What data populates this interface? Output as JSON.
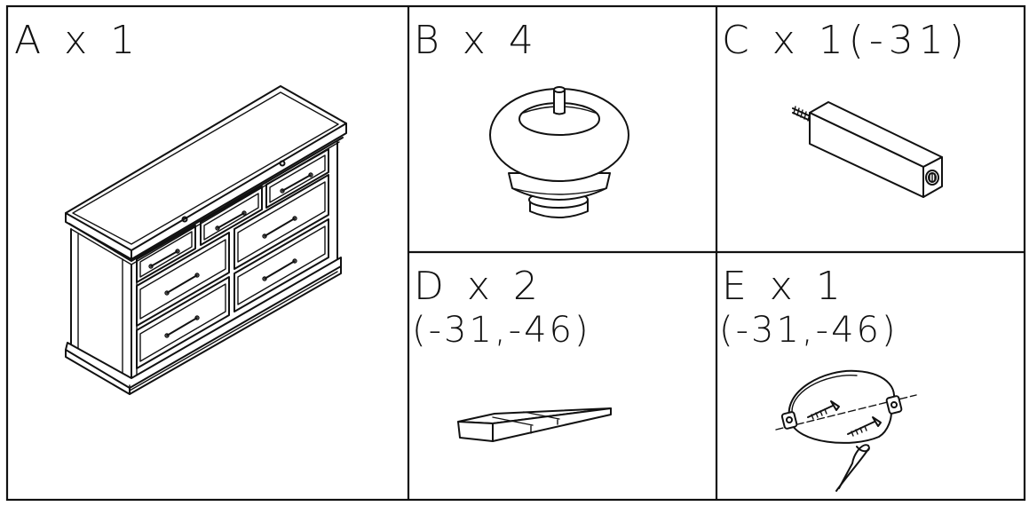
{
  "parts": [
    {
      "id": "A",
      "label": "A x 1",
      "sub": "",
      "item": "dresser"
    },
    {
      "id": "B",
      "label": "B x 4",
      "sub": "",
      "item": "bun-foot"
    },
    {
      "id": "C",
      "label": "C x 1(-31)",
      "sub": "",
      "item": "post-with-bolt"
    },
    {
      "id": "D",
      "label": "D x 2",
      "sub": "(-31,-46)",
      "item": "wedge-shim"
    },
    {
      "id": "E",
      "label": "E x 1",
      "sub": "(-31,-46)",
      "item": "wire-strap-with-screws"
    }
  ],
  "colors": {
    "line": "#111111",
    "background": "#ffffff"
  }
}
